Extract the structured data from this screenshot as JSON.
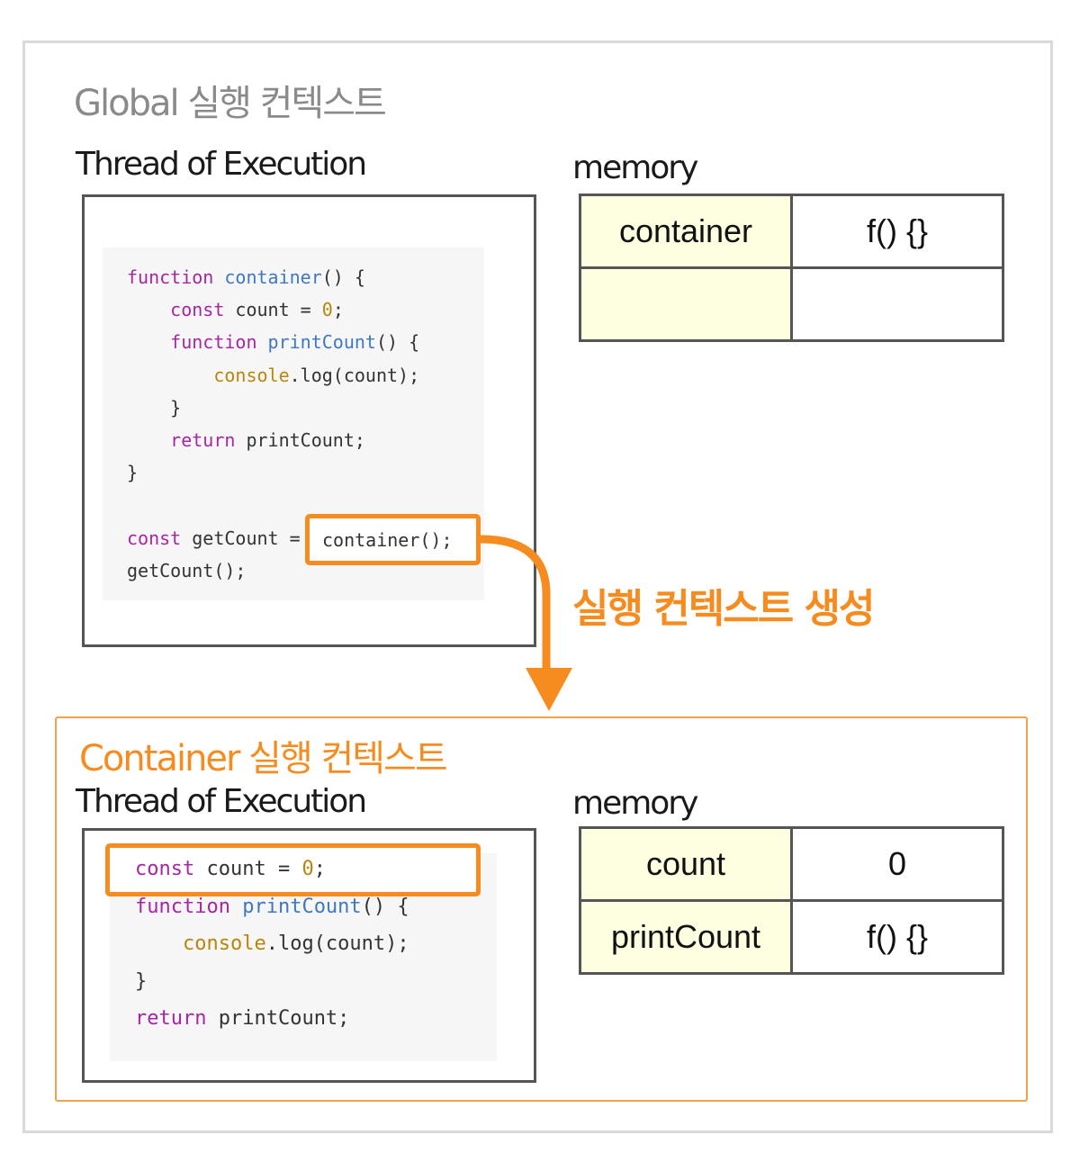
{
  "global": {
    "title": "Global 실행 컨텍스트",
    "thread_label": "Thread of Execution",
    "memory_label": "memory",
    "code_lines": [
      [
        {
          "t": "function",
          "c": "kw"
        },
        {
          "t": " "
        },
        {
          "t": "container",
          "c": "fn"
        },
        {
          "t": "() {"
        }
      ],
      [
        {
          "t": "    "
        },
        {
          "t": "const",
          "c": "kw"
        },
        {
          "t": " count = "
        },
        {
          "t": "0",
          "c": "num"
        },
        {
          "t": ";"
        }
      ],
      [
        {
          "t": "    "
        },
        {
          "t": "function",
          "c": "kw"
        },
        {
          "t": " "
        },
        {
          "t": "printCount",
          "c": "fn"
        },
        {
          "t": "() {"
        }
      ],
      [
        {
          "t": "        "
        },
        {
          "t": "console",
          "c": "obj"
        },
        {
          "t": ".log(count);"
        }
      ],
      [
        {
          "t": "    }"
        }
      ],
      [
        {
          "t": "    "
        },
        {
          "t": "return",
          "c": "kw"
        },
        {
          "t": " printCount;"
        }
      ],
      [
        {
          "t": "}"
        }
      ],
      [
        {
          "t": ""
        }
      ],
      [
        {
          "t": "const",
          "c": "kw"
        },
        {
          "t": " getCount = "
        }
      ],
      [
        {
          "t": "getCount();"
        }
      ]
    ],
    "highlight_code": "container();",
    "memory": [
      {
        "key": "container",
        "value": "f() {}"
      },
      {
        "key": "",
        "value": ""
      }
    ]
  },
  "arrow_label": "실행 컨텍스트 생성",
  "container": {
    "title": "Container 실행 컨텍스트",
    "thread_label": "Thread of Execution",
    "memory_label": "memory",
    "code_lines": [
      [
        {
          "t": "const",
          "c": "kw"
        },
        {
          "t": " count = "
        },
        {
          "t": "0",
          "c": "num"
        },
        {
          "t": ";"
        }
      ],
      [
        {
          "t": "function",
          "c": "kw"
        },
        {
          "t": " "
        },
        {
          "t": "printCount",
          "c": "fn"
        },
        {
          "t": "() {"
        }
      ],
      [
        {
          "t": "    "
        },
        {
          "t": "console",
          "c": "obj"
        },
        {
          "t": ".log(count);"
        }
      ],
      [
        {
          "t": "}"
        }
      ],
      [
        {
          "t": "return",
          "c": "kw"
        },
        {
          "t": " printCount;"
        }
      ]
    ],
    "memory": [
      {
        "key": "count",
        "value": "0"
      },
      {
        "key": "printCount",
        "value": "f() {}"
      }
    ]
  },
  "colors": {
    "accent": "#f68b1f",
    "keyword": "#a626a4",
    "function_name": "#4078c0",
    "object": "#b8860b",
    "memory_key_bg": "#fefee0"
  }
}
